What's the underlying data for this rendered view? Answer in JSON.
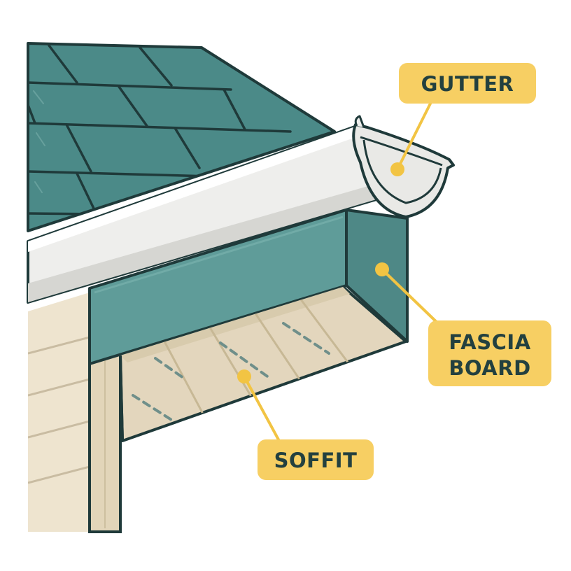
{
  "diagram": {
    "labels": {
      "gutter": "GUTTER",
      "fascia_line1": "FASCIA",
      "fascia_line2": "BOARD",
      "soffit": "SOFFIT"
    },
    "colors": {
      "roof_shingle": "#4b8a88",
      "fascia": "#5f9c99",
      "gutter": "#eeeeec",
      "soffit": "#e3d6bd",
      "siding": "#eee4cf",
      "outline": "#1f3a3a",
      "label_bg": "#f7cf63",
      "label_text": "#23403f"
    }
  }
}
